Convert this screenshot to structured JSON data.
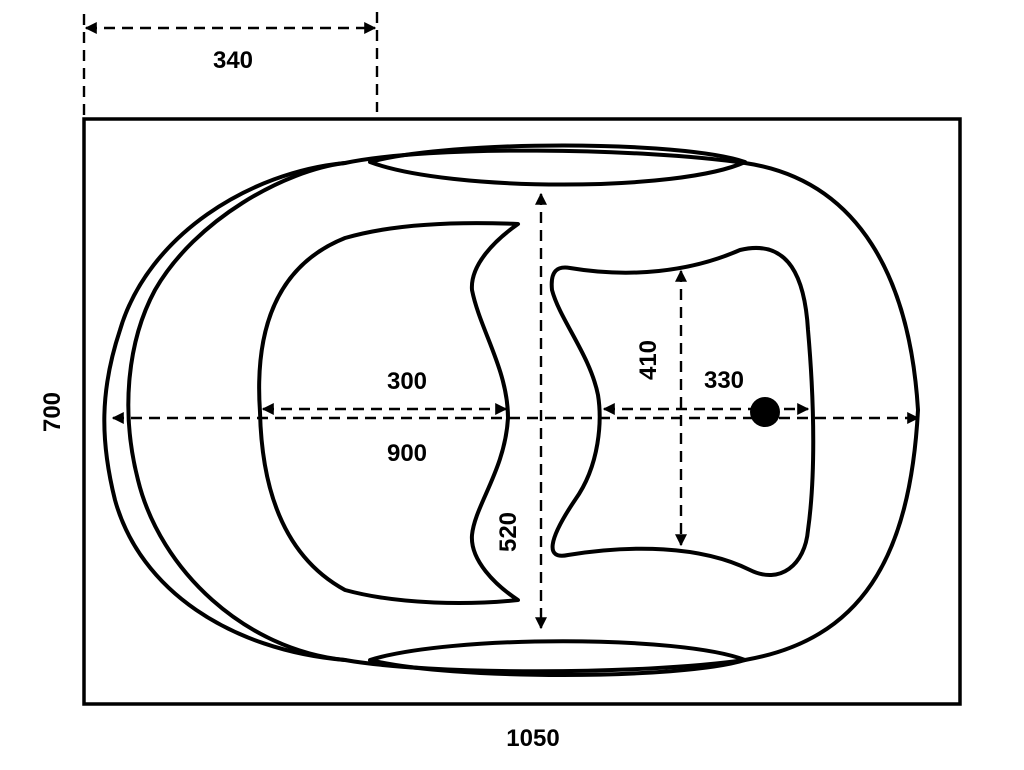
{
  "diagram": {
    "dimensions": {
      "width_top_offset": "340",
      "overall_height": "700",
      "overall_width": "1050",
      "inner_length": "900",
      "left_seat_depth": "300",
      "right_seat_depth": "330",
      "right_seat_width": "410",
      "center_width": "520"
    },
    "colors": {
      "line": "#000000",
      "background": "#ffffff"
    },
    "features": {
      "drain": "drain-dot"
    }
  }
}
